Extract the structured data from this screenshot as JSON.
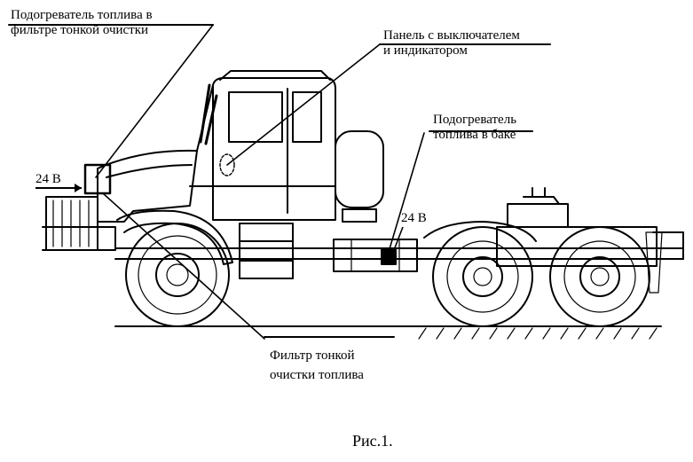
{
  "labels": {
    "heater_filter": [
      "Подогреватель топлива в",
      "фильтре тонкой очистки"
    ],
    "panel": [
      "Панель с выключателем",
      "и индикатором"
    ],
    "heater_tank": [
      "Подогреватель",
      "топлива в баке"
    ],
    "filter": [
      "Фильтр тонкой",
      "очистки топлива"
    ],
    "voltage_left": "24 В",
    "voltage_right": "24 В"
  },
  "caption": "Рис.1."
}
